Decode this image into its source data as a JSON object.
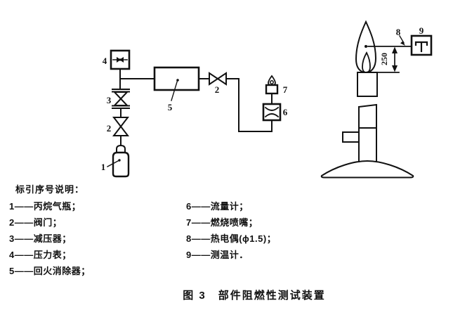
{
  "diagram": {
    "label_bottle": "1",
    "label_valve_lower": "2",
    "label_reducer": "3",
    "label_gauge": "4",
    "label_arrestor": "5",
    "label_valve_right": "2",
    "label_flowmeter": "6",
    "label_nozzle": "7",
    "label_thermocouple": "8",
    "label_thermometer": "9",
    "dimension_height": "250"
  },
  "legend": {
    "heading": "标引序号说明：",
    "left_items": [
      "1——丙烷气瓶；",
      "2——阀门；",
      "3——减压器；",
      "4——压力表；",
      "5——回火消除器；"
    ],
    "right_items": [
      "6——流量计；",
      "7——燃烧喷嘴；",
      "8——热电偶(ϕ1.5)；",
      "9——测温计．"
    ]
  },
  "caption": "图 3　部件阻燃性测试装置",
  "colors": {
    "ink": "#111111",
    "background": "#ffffff"
  }
}
